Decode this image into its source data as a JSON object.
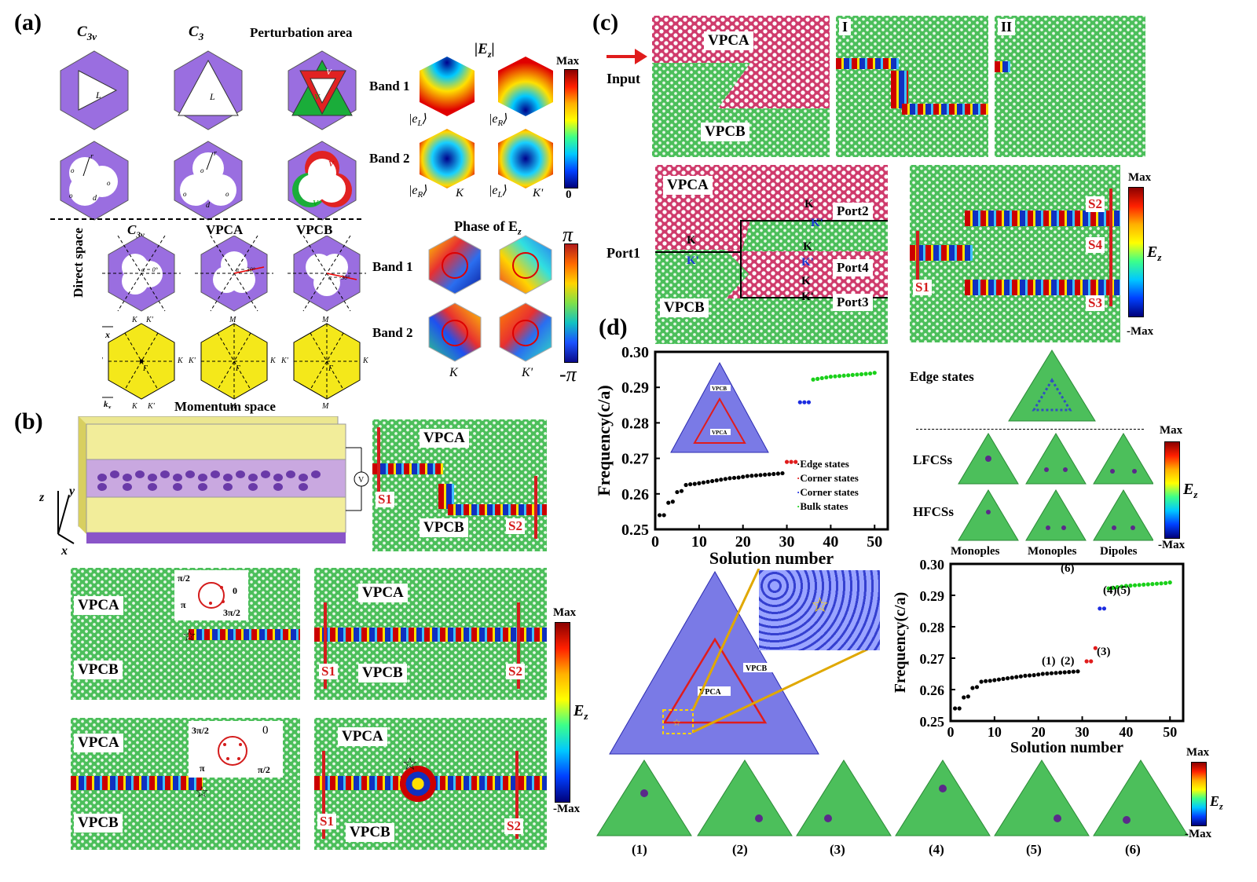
{
  "panel_labels": {
    "a": "(a)",
    "b": "(b)",
    "c": "(c)",
    "d": "(d)"
  },
  "panel_a": {
    "col_c3v": "C",
    "col_c3v_sub": "3v",
    "col_c3": "C",
    "col_c3_sub": "3",
    "col_pert": "Perturbation area",
    "L": "L",
    "v1": "V",
    "v2": "V",
    "sub1": "1",
    "sub2": "2",
    "r": "r",
    "d": "d",
    "o1": "o",
    "o2": "o",
    "o3": "o",
    "direct_space": "Direct space",
    "dir_c3v": "C",
    "dir_c3v_sub": "3v",
    "vpca": "VPCA",
    "vpcb": "VPCB",
    "alpha0": "α = 0°",
    "alpha30": "α = 30°",
    "alpham30": "α = -30°",
    "momentum_space": "Momentum space",
    "K": "K",
    "Kp": "K'",
    "M": "M",
    "Gamma": "Γ",
    "x": "x",
    "y": "y",
    "kx": "k",
    "ky": "k",
    "kx_sub": "x",
    "ky_sub": "y",
    "ez_title": "|E",
    "ez_sub": "z",
    "band1": "Band 1",
    "band2": "Band 2",
    "max": "Max",
    "zero": "0",
    "eL": "|e",
    "eR": "|e",
    "eL_sub": "L",
    "eR_sub": "R",
    "ket": "⟩",
    "kK": "K",
    "kKp": "K'",
    "phase_title": "Phase of E",
    "phase_sub": "z",
    "pi": "π",
    "mpi": "-π"
  },
  "panel_b": {
    "z": "z",
    "y": "y",
    "x": "x",
    "V": "V",
    "vpca": "VPCA",
    "vpcb": "VPCB",
    "s1": "S1",
    "s2": "S2",
    "phase_top": {
      "p1": "π/2",
      "p2": "0",
      "p3": "π",
      "p4": "3π/2"
    },
    "phase_bot": {
      "p1": "3π/2",
      "p2": "0",
      "p3": "π",
      "p4": "π/2"
    },
    "max": "Max",
    "min": "-Max",
    "ez": "E",
    "ez_sub": "z"
  },
  "panel_c": {
    "vpca": "VPCA",
    "vpcb": "VPCB",
    "input": "Input",
    "I": "I",
    "II": "II",
    "port1": "Port1",
    "port2": "Port2",
    "port3": "Port3",
    "port4": "Port4",
    "K": "K",
    "Kp": "K'",
    "s1": "S1",
    "s2": "S2",
    "s3": "S3",
    "s4": "S4",
    "max": "Max",
    "min": "-Max",
    "ez": "E",
    "ez_sub": "z"
  },
  "panel_d": {
    "edge_states_title": "Edge states",
    "lfcs": "LFCSs",
    "hfcss": "HFCSs",
    "monoples1": "Monoples",
    "monoples2": "Monoples",
    "dipoles": "Dipoles",
    "max": "Max",
    "min": "-Max",
    "ez": "E",
    "ez_sub": "z",
    "inset_vpcb": "VPCB",
    "inset_vpca": "VPCA",
    "bottom_labels": [
      "(1)",
      "(2)",
      "(3)",
      "(4)",
      "(5)",
      "(6)"
    ],
    "mode_labels": {
      "m1": "(1)",
      "m2": "(2)",
      "m3": "(3)",
      "m45": "(4)(5)",
      "m6": "(6)"
    }
  },
  "chart_data": [
    {
      "type": "scatter",
      "xlabel": "Solution number",
      "ylabel": "Frequency(c/a)",
      "xlim": [
        0,
        53
      ],
      "ylim": [
        0.25,
        0.3
      ],
      "xticks": [
        "0",
        "10",
        "20",
        "30",
        "40",
        "50"
      ],
      "yticks": [
        "0.25",
        "0.26",
        "0.27",
        "0.28",
        "0.29",
        "0.30"
      ],
      "legend": [
        "Edge states",
        "Corner states",
        "Corner states",
        "Bulk states"
      ],
      "series": [
        {
          "name": "Edge states",
          "color": "#000000",
          "x": [
            1,
            2,
            3,
            4,
            5,
            6,
            7,
            8,
            9,
            10,
            11,
            12,
            13,
            14,
            15,
            16,
            17,
            18,
            19,
            20,
            21,
            22,
            23,
            24,
            25,
            26,
            27,
            28,
            29
          ],
          "y": [
            0.254,
            0.254,
            0.2575,
            0.2578,
            0.2605,
            0.2608,
            0.2625,
            0.2627,
            0.2628,
            0.263,
            0.2632,
            0.2634,
            0.2636,
            0.2638,
            0.264,
            0.2642,
            0.2644,
            0.2645,
            0.2646,
            0.2648,
            0.265,
            0.2651,
            0.2652,
            0.2653,
            0.2654,
            0.2655,
            0.2656,
            0.2657,
            0.2658
          ]
        },
        {
          "name": "Corner states",
          "color": "#e01c1c",
          "x": [
            30,
            31,
            32
          ],
          "y": [
            0.269,
            0.269,
            0.269
          ]
        },
        {
          "name": "Corner states",
          "color": "#1c2ce0",
          "x": [
            33,
            34,
            35
          ],
          "y": [
            0.2858,
            0.2858,
            0.2858
          ]
        },
        {
          "name": "Bulk states",
          "color": "#1ad01a",
          "x": [
            36,
            37,
            38,
            39,
            40,
            41,
            42,
            43,
            44,
            45,
            46,
            47,
            48,
            49,
            50
          ],
          "y": [
            0.2922,
            0.2924,
            0.2926,
            0.2928,
            0.293,
            0.2931,
            0.2932,
            0.2933,
            0.2934,
            0.2935,
            0.2936,
            0.2937,
            0.2938,
            0.2939,
            0.2941
          ]
        }
      ]
    },
    {
      "type": "scatter",
      "xlabel": "Solution number",
      "ylabel": "Frequency(c/a)",
      "xlim": [
        0,
        53
      ],
      "ylim": [
        0.25,
        0.3
      ],
      "xticks": [
        "0",
        "10",
        "20",
        "30",
        "40",
        "50"
      ],
      "yticks": [
        "0.25",
        "0.26",
        "0.27",
        "0.28",
        "0.29",
        "0.30"
      ],
      "series": [
        {
          "name": "Edge states",
          "color": "#000000",
          "x": [
            1,
            2,
            3,
            4,
            5,
            6,
            7,
            8,
            9,
            10,
            11,
            12,
            13,
            14,
            15,
            16,
            17,
            18,
            19,
            20,
            21,
            22,
            23,
            24,
            25,
            26,
            27,
            28,
            29
          ],
          "y": [
            0.254,
            0.254,
            0.2575,
            0.2578,
            0.2605,
            0.2608,
            0.2625,
            0.2627,
            0.2628,
            0.263,
            0.2632,
            0.2634,
            0.2636,
            0.2638,
            0.264,
            0.2642,
            0.2644,
            0.2645,
            0.2646,
            0.2648,
            0.265,
            0.2651,
            0.2652,
            0.2653,
            0.2654,
            0.2655,
            0.2656,
            0.2657,
            0.2658
          ]
        },
        {
          "name": "Corner states",
          "color": "#e01c1c",
          "x": [
            31,
            32,
            33
          ],
          "y": [
            0.269,
            0.269,
            0.2732
          ]
        },
        {
          "name": "Corner states",
          "color": "#1c2ce0",
          "x": [
            34,
            35
          ],
          "y": [
            0.2858,
            0.2858
          ]
        },
        {
          "name": "Bulk states",
          "color": "#1ad01a",
          "x": [
            36,
            37,
            38,
            39,
            40,
            41,
            42,
            43,
            44,
            45,
            46,
            47,
            48,
            49,
            50
          ],
          "y": [
            0.2922,
            0.2924,
            0.2926,
            0.2928,
            0.293,
            0.2931,
            0.2932,
            0.2933,
            0.2934,
            0.2935,
            0.2936,
            0.2937,
            0.2938,
            0.2939,
            0.2941
          ]
        }
      ]
    }
  ]
}
